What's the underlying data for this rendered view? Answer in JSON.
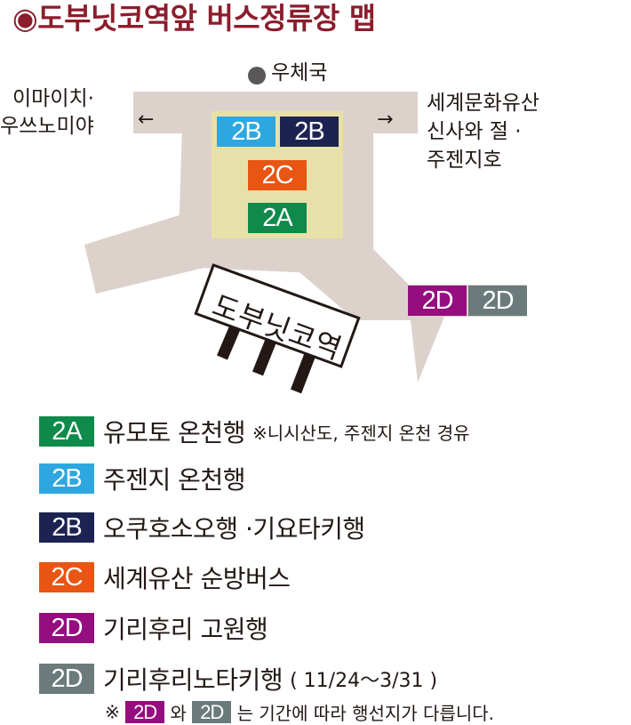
{
  "title": "◉도부닛코역앞 버스정류장 맵",
  "map": {
    "post_office": "우체국",
    "left_destination_line1": "이마이치·",
    "left_destination_line2": "우쓰노미야",
    "right_destination_line1": "세계문화유산",
    "right_destination_line2": "신사와 절 ·",
    "right_destination_line3": "주젠지호",
    "arrow_left": "←",
    "arrow_right": "→",
    "station_sign": "도부닛코역",
    "badges": [
      {
        "code": "2B",
        "color": "#2ea7e0"
      },
      {
        "code": "2B",
        "color": "#1d2351"
      },
      {
        "code": "2C",
        "color": "#e95513"
      },
      {
        "code": "2A",
        "color": "#0e8a4a"
      },
      {
        "code": "2D",
        "color": "#950d7f"
      },
      {
        "code": "2D",
        "color": "#6b7b7c"
      }
    ],
    "colors": {
      "road": "#ddd1cc",
      "platform": "#e7e1a9"
    }
  },
  "legend": [
    {
      "code": "2A",
      "color": "#0e8a4a",
      "label": "유모토 온천행",
      "note": "※니시산도, 주젠지 온천 경유"
    },
    {
      "code": "2B",
      "color": "#2ea7e0",
      "label": "주젠지 온천행"
    },
    {
      "code": "2B",
      "color": "#1d2351",
      "label": "오쿠호소오행 ·기요타키행"
    },
    {
      "code": "2C",
      "color": "#e95513",
      "label": "세계유산 순방버스"
    },
    {
      "code": "2D",
      "color": "#950d7f",
      "label": "기리후리 고원행"
    },
    {
      "code": "2D",
      "color": "#6b7b7c",
      "label": "기리후리노타키행",
      "note": "( 11/24〜3/31 )"
    }
  ],
  "footnote": {
    "prefix": "※",
    "code_a": "2D",
    "connector": "와",
    "code_b": "2D",
    "suffix": "는 기간에 따라 행선지가 다릅니다."
  }
}
